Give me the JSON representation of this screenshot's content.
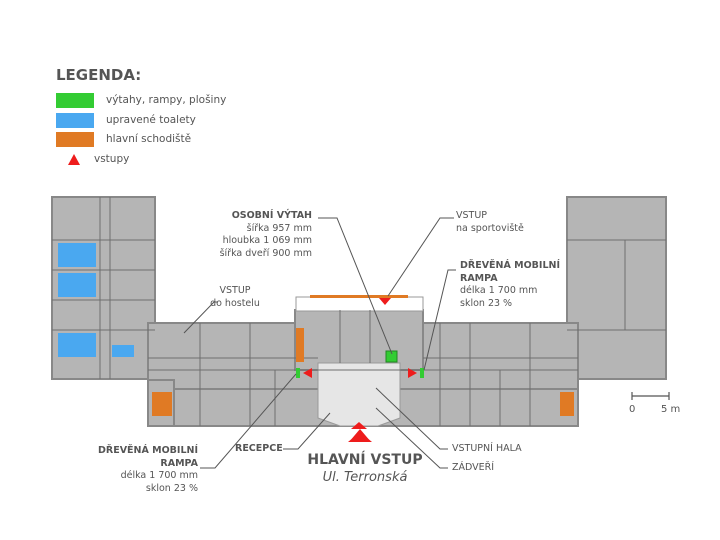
{
  "legend": {
    "title": "LEGENDA:",
    "items": [
      {
        "label": "výtahy, rampy, plošiny",
        "color": "#33cc33"
      },
      {
        "label": "upravené toalety",
        "color": "#4aa8f0"
      },
      {
        "label": "hlavní schodiště",
        "color": "#e07a24"
      },
      {
        "label": "vstupy",
        "color": "#ee1c1c",
        "icon": "entrance-triangle-icon"
      }
    ]
  },
  "annotations": {
    "elevator": {
      "title": "OSOBNÍ VÝTAH",
      "lines": [
        "šířka 957 mm",
        "hloubka 1 069 mm",
        "šířka dveří 900 mm"
      ]
    },
    "entrance_sports": {
      "title": "VSTUP",
      "sub": "na sportoviště"
    },
    "ramp_right": {
      "title1": "DŘEVĚNÁ MOBILNÍ",
      "title2": "RAMPA",
      "lines": [
        "délka 1 700 mm",
        "sklon 23 %"
      ]
    },
    "entrance_hostel": {
      "title": "VSTUP",
      "sub": "do hostelu"
    },
    "ramp_left": {
      "title1": "DŘEVĚNÁ MOBILNÍ",
      "title2": "RAMPA",
      "lines": [
        "délka 1 700 mm",
        "sklon 23 %"
      ]
    },
    "reception": {
      "title": "RECEPCE"
    },
    "hall": {
      "title": "VSTUPNÍ HALA"
    },
    "vestibule": {
      "title": "ZÁDVEŘÍ"
    }
  },
  "main_entrance": {
    "title": "HLAVNÍ VSTUP",
    "street": "Ul. Terronská"
  },
  "scale": {
    "start": "0",
    "end": "5 m"
  },
  "colors": {
    "wall": "#8a8a8a",
    "floor": "#b5b5b5",
    "hall": "#e6e6e6",
    "line": "#666666"
  }
}
